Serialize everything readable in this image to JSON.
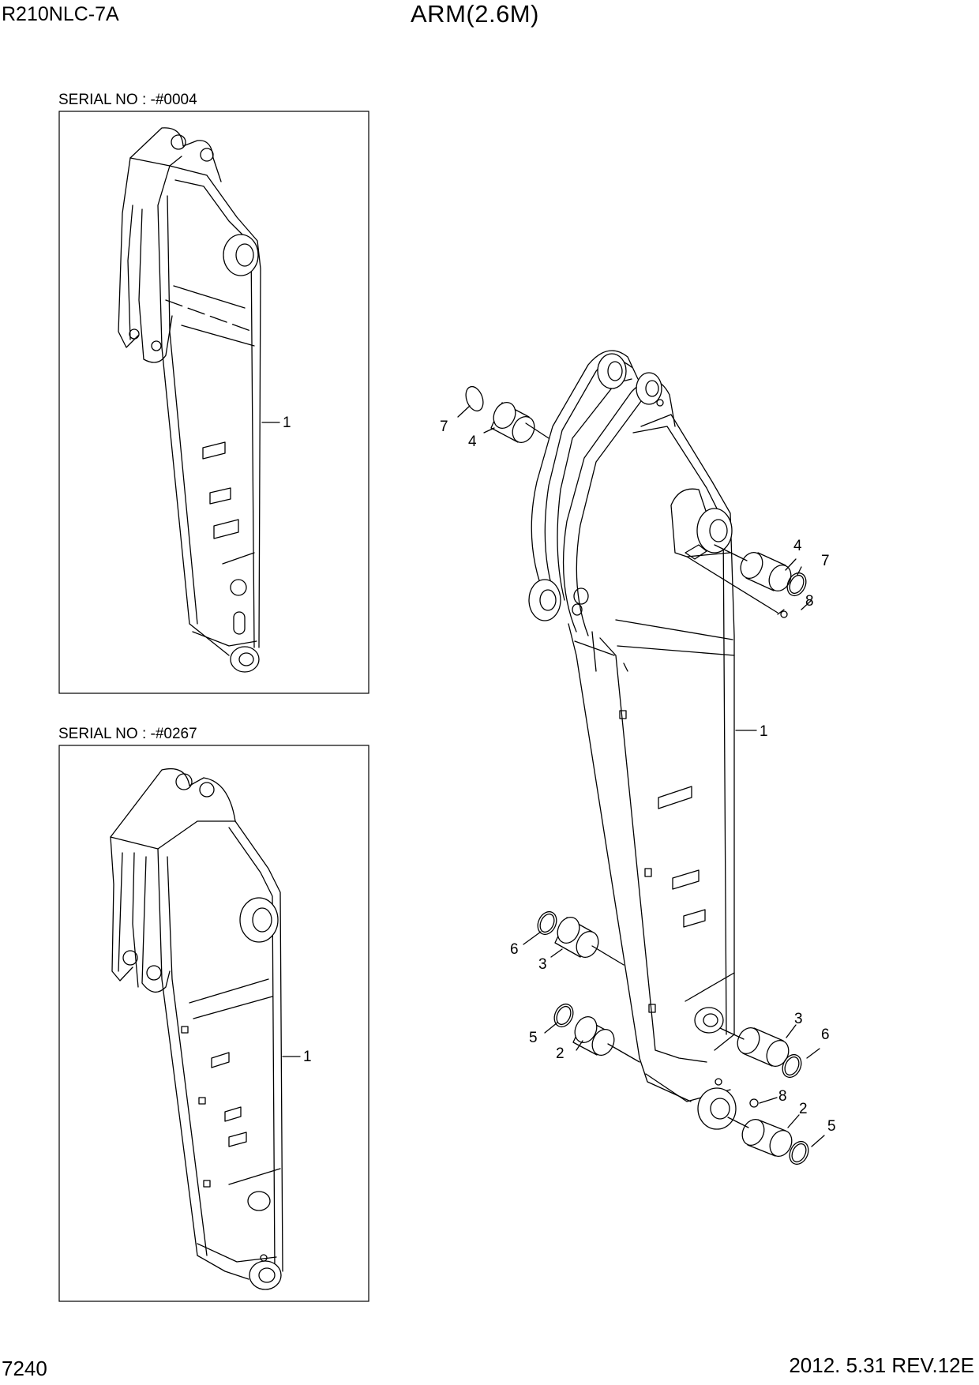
{
  "header": {
    "model": "R210NLC-7A",
    "title": "ARM(2.6M)"
  },
  "footer": {
    "page_number": "7240",
    "revision": "2012. 5.31  REV.12E"
  },
  "panels": [
    {
      "serial_label": "SERIAL NO : -#0004",
      "callouts": [
        "1"
      ]
    },
    {
      "serial_label": "SERIAL NO : -#0267",
      "callouts": [
        "1"
      ]
    }
  ],
  "main_callouts": [
    "7",
    "4",
    "4",
    "7",
    "8",
    "1",
    "6",
    "3",
    "5",
    "2",
    "3",
    "6",
    "8",
    "2",
    "5"
  ]
}
